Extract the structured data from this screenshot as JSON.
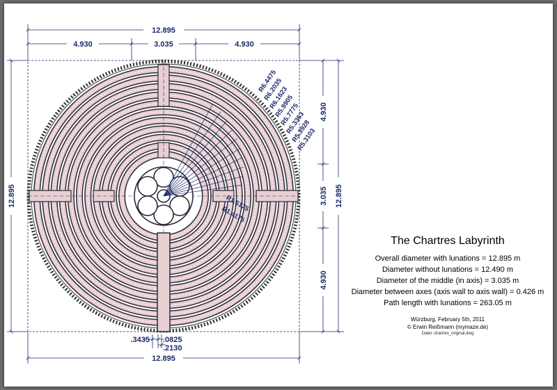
{
  "title": "The Chartres Labyrinth",
  "specs": [
    "Overall diameter with lunations  = 12.895 m",
    "Diameter without lunations = 12.490 m",
    "Diameter of the middle (in axis) = 3.035 m",
    "Diameter between axes (axis wall to axis wall) = 0.426 m",
    "Path length with lunations = 263.05 m"
  ],
  "place_date": "Würzburg, February 5th, 2011",
  "author": "© Erwin Reißmann (mymaze.de)",
  "file": "Datei: chartres_original.dwg",
  "dimensions": {
    "top_total": "12.895",
    "top_left": "4.930",
    "top_middle": "3.035",
    "top_right": "4.930",
    "left_total": "12.895",
    "right_total": "12.895",
    "right_top": "4.930",
    "right_middle": "3.035",
    "right_bottom": "4.930",
    "bottom_total": "12.895",
    "bottom_a": ".3435",
    "bottom_b": ".0825",
    "bottom_c": ".2130"
  },
  "radii": [
    "R6.4475",
    "R6.2035",
    "R6.1623",
    "R5.9905",
    "R5.7775",
    "R5.3363",
    "R5.3928",
    "R5.3103"
  ],
  "inner_radii": [
    "R1.5175",
    "R1.4175"
  ],
  "colors": {
    "dimension": "#1a2a6a",
    "path": "#e8cfd2",
    "wall": "#2a2a3a"
  }
}
